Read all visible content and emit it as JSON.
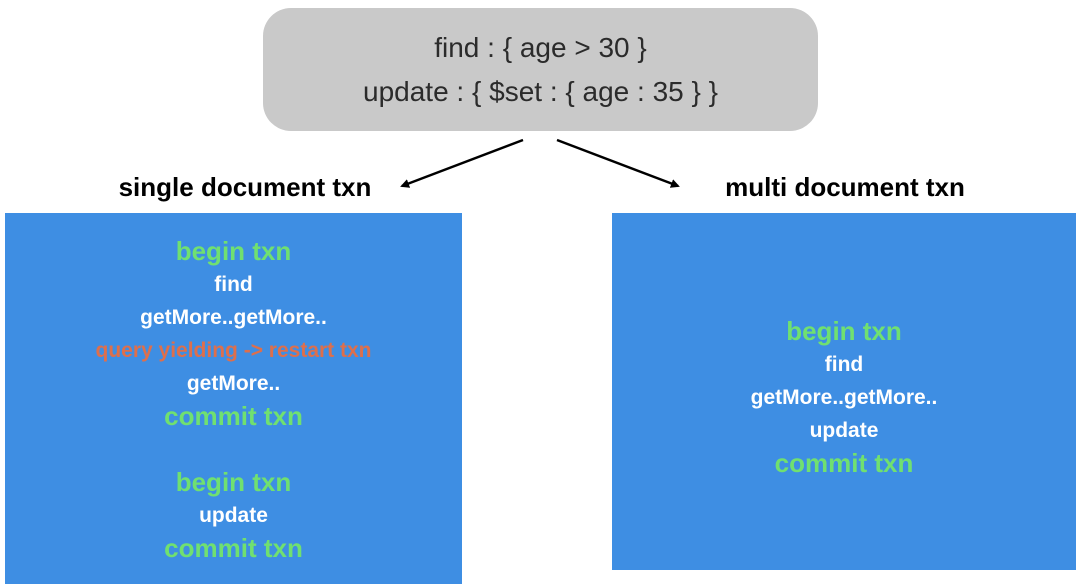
{
  "query_box": {
    "line1": "find : { age > 30 }",
    "line2": "update : { $set : { age : 35 } }"
  },
  "left": {
    "title": "single document txn",
    "group1": [
      "begin txn",
      "find",
      "getMore..getMore..",
      "query yielding -> restart txn",
      "getMore..",
      "commit txn"
    ],
    "group2": [
      "begin txn",
      "update",
      "commit txn"
    ]
  },
  "right": {
    "title": "multi document txn",
    "lines": [
      "begin txn",
      "find",
      "getMore..getMore..",
      "update",
      "commit txn"
    ]
  },
  "colors": {
    "box_blue": "#3e8ee3",
    "query_box_gray": "#c9c9c9",
    "txn_green": "#70e070",
    "txn_white": "#ffffff",
    "txn_orange": "#dd6f4c",
    "title_black": "#000000",
    "query_text": "#2b2b2b"
  }
}
